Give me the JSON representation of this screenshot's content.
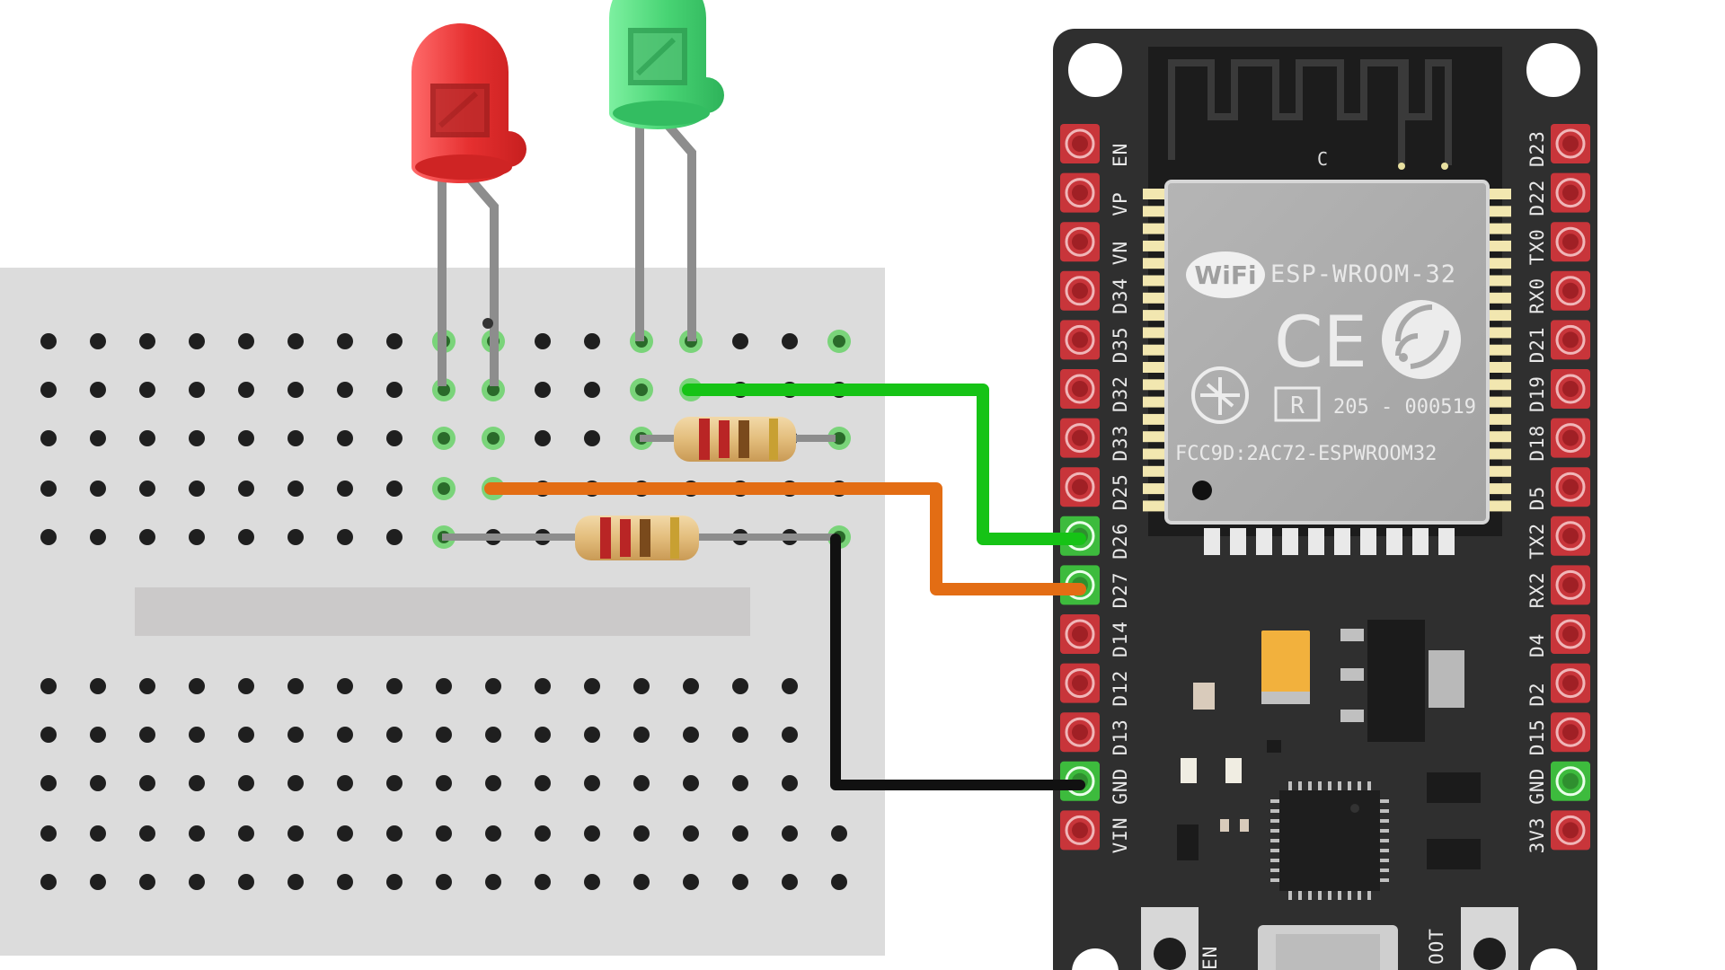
{
  "colors": {
    "board": "#2f2f2f",
    "pin_pad": "#c8353a",
    "pin_active": "#3dbb3d",
    "breadboard": "#dcdcdc",
    "wire_green": "#16c316",
    "wire_orange": "#e36d14",
    "wire_black": "#111111",
    "led_red": "#e02c2c",
    "led_green": "#3fcf6a"
  },
  "board": {
    "left_pins": [
      "EN",
      "VP",
      "VN",
      "D34",
      "D35",
      "D32",
      "D33",
      "D25",
      "D26",
      "D27",
      "D14",
      "D12",
      "D13",
      "GND",
      "VIN"
    ],
    "right_pins": [
      "D23",
      "D22",
      "TX0",
      "RX0",
      "D21",
      "D19",
      "D18",
      "D5",
      "TX2",
      "RX2",
      "D4",
      "D2",
      "D15",
      "GND",
      "3V3"
    ],
    "left_active": [
      "D26",
      "D27",
      "GND"
    ],
    "right_active": [
      "GND"
    ],
    "antenna_mark": "C",
    "module": {
      "wifi_logo": "WiFi",
      "title": "ESP-WROOM-32",
      "ce_mark": "CE",
      "r_mark": "R",
      "cert_number": "205 - 000519",
      "fcc_id": "FCC9D:2AC72-ESPWROOM32"
    },
    "button_left_label": "EN",
    "button_right_label": "OOT"
  },
  "components": {
    "leds": [
      {
        "name": "red-led",
        "color": "red"
      },
      {
        "name": "green-led",
        "color": "green"
      }
    ],
    "resistors": 2,
    "wires": [
      {
        "name": "green-wire",
        "to_pin": "D26"
      },
      {
        "name": "orange-wire",
        "to_pin": "D27"
      },
      {
        "name": "black-wire",
        "to_pin": "GND"
      }
    ]
  }
}
